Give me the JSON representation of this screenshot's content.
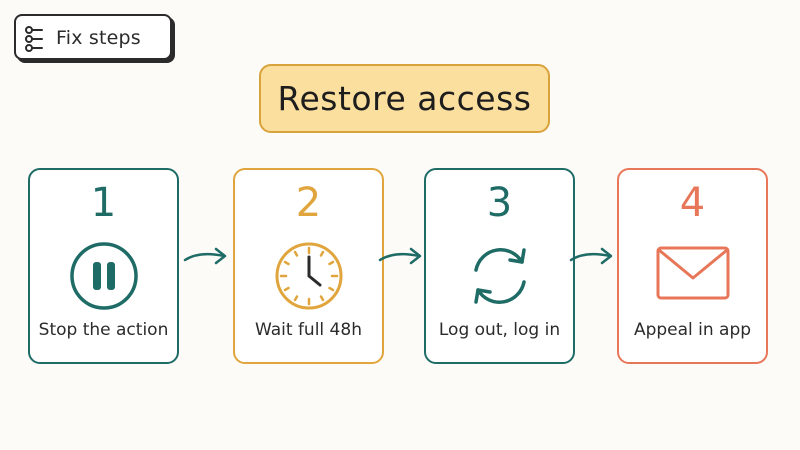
{
  "tag": {
    "label": "Fix steps",
    "icon": "notebook-spiral-icon"
  },
  "title": "Restore access",
  "colors": {
    "teal": "#1f6b66",
    "amber": "#e0a53c",
    "coral": "#e8775a",
    "title_fill": "#fbdf9e",
    "ink": "#2b2b2b"
  },
  "steps": [
    {
      "number": "1",
      "label": "Stop the action",
      "icon": "pause-icon",
      "color": "#1f6b66"
    },
    {
      "number": "2",
      "label": "Wait full 48h",
      "icon": "clock-icon",
      "color": "#e0a53c"
    },
    {
      "number": "3",
      "label": "Log out, log in",
      "icon": "refresh-icon",
      "color": "#1f6b66"
    },
    {
      "number": "4",
      "label": "Appeal in app",
      "icon": "envelope-icon",
      "color": "#e8775a"
    }
  ],
  "connectors": [
    "arrow-right-icon",
    "arrow-right-icon",
    "arrow-right-icon"
  ]
}
